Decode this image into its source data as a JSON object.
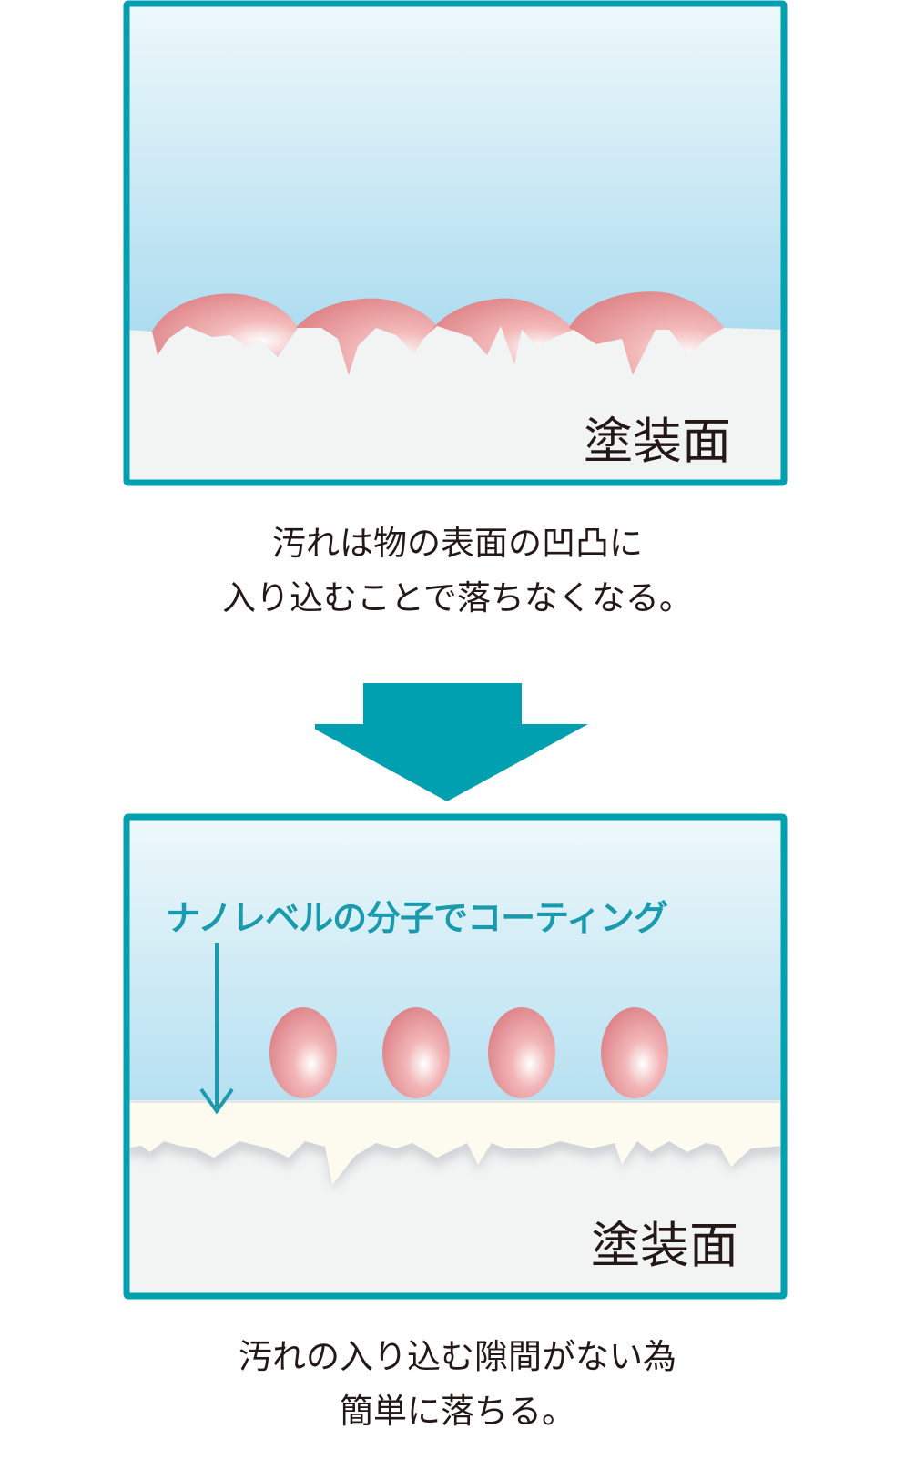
{
  "colors": {
    "frame": "#00a0b0",
    "accent_text": "#1a9aae",
    "sky_top": "#eef8fb",
    "sky_bottom": "#8fd0ea",
    "surface": "#f2f3f3",
    "coating": "#fdfbf0",
    "dirt": "#e48a8c",
    "text": "#231815"
  },
  "top_panel": {
    "surface_label": "塗装面"
  },
  "top_caption": {
    "line1": "汚れは物の表面の凹凸に",
    "line2": "入り込むことで落ちなくなる。"
  },
  "transition_arrow": {
    "icon": "down-arrow-icon"
  },
  "bottom_panel": {
    "coating_label": "ナノレベルの分子でコーティング",
    "surface_label": "塗装面"
  },
  "bottom_caption": {
    "line1": "汚れの入り込む隙間がない為",
    "line2": "簡単に落ちる。"
  }
}
